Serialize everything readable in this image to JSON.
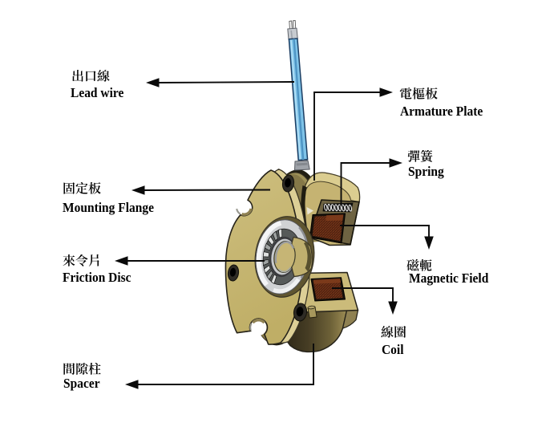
{
  "figure": {
    "type": "technical-diagram",
    "subject": "Electromagnetic brake cutaway illustration with part callouts",
    "background": "#ffffff"
  },
  "labels": [
    {
      "id": "lead-wire",
      "zh": "出口線",
      "en": "Lead wire"
    },
    {
      "id": "armature-plate",
      "zh": "電樞板",
      "en": "Armature Plate"
    },
    {
      "id": "spring",
      "zh": "彈簧",
      "en": "Spring"
    },
    {
      "id": "mounting-flange",
      "zh": "固定板",
      "en": "Mounting Flange"
    },
    {
      "id": "friction-disc",
      "zh": "來令片",
      "en": "Friction Disc"
    },
    {
      "id": "magnetic-field",
      "zh": "磁軛",
      "en": "Magnetic Field"
    },
    {
      "id": "coil",
      "zh": "線圈",
      "en": "Coil"
    },
    {
      "id": "spacer",
      "zh": "間隙柱",
      "en": "Spacer"
    }
  ],
  "colors": {
    "body_tan": "#c8b878",
    "body_tan_light": "#dccf96",
    "armature_olive": "#9d9058",
    "coil_copper": "#5a2412",
    "coil_copper_light": "#a3512a",
    "wire_blue": "#7fc3e8",
    "friction_disc_silver": "#c9cbcd",
    "arrow_black": "#0a0a0a",
    "text_black": "#000000"
  }
}
